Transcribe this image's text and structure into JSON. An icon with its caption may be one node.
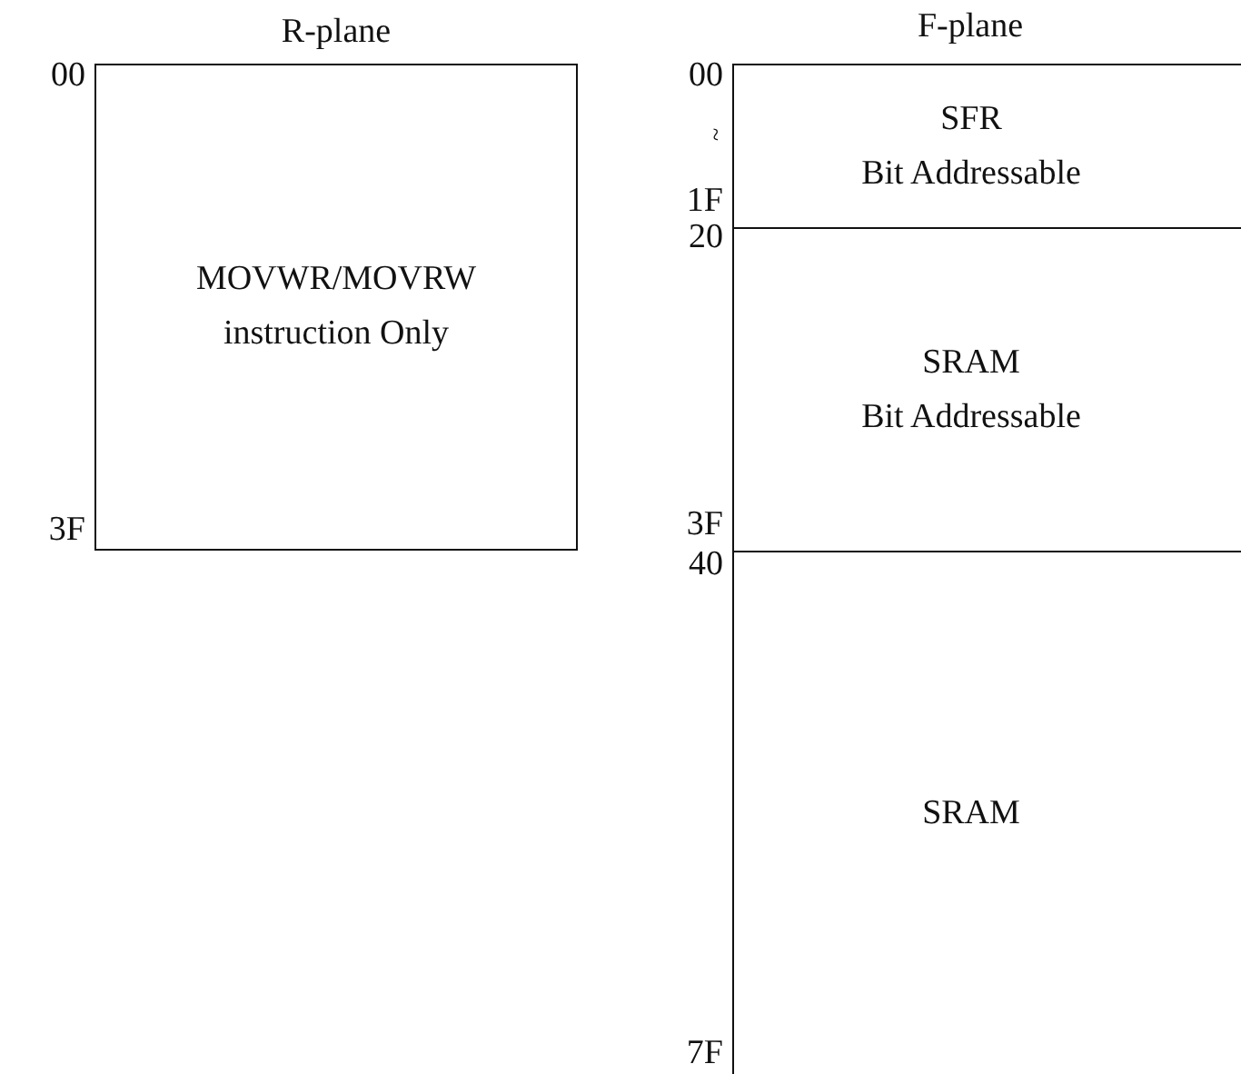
{
  "diagram": {
    "nodes": [
      {
        "text": [
          "R-plane",
          "MOVWR/MOVRW instruction Only"
        ],
        "beside": [
          "00",
          "3F"
        ]
      },
      {
        "text": [
          "F-plane"
        ]
      },
      {
        "text": [
          "SFR",
          "Bit Addressable"
        ],
        "beside": [
          "00",
          "~",
          "1F"
        ],
        "in": 1
      },
      {
        "text": [
          "SRAM",
          "Bit Addressable"
        ],
        "beside": [
          "20",
          "3F"
        ],
        "in": 1
      },
      {
        "text": [
          "SRAM"
        ],
        "beside": [
          "40",
          "7F"
        ],
        "in": 1
      }
    ]
  }
}
